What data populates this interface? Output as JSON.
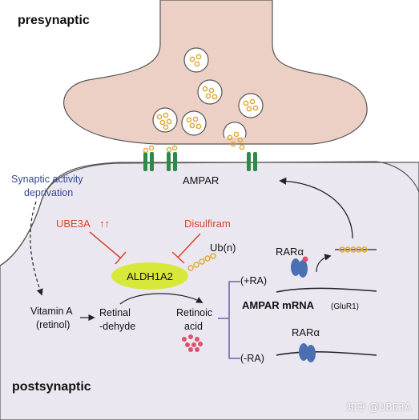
{
  "labels": {
    "presynaptic": "presynaptic",
    "postsynaptic": "postsynaptic",
    "ampar": "AMPAR",
    "synaptic_line1": "Synaptic activity",
    "synaptic_line2": "deprivation",
    "ube3a": "UBE3A",
    "ube3a_arrows": "↑↑",
    "disulfiram": "Disulfiram",
    "ubn": "Ub(n)",
    "aldh1a2": "ALDH1A2",
    "rar_top": "RARα",
    "rar_bottom": "RARα",
    "plus_ra": "(+RA)",
    "minus_ra": "(-RA)",
    "ampar_mrna": "AMPAR mRNA",
    "glur1": "(GluR1)",
    "vitamin_a_line1": "Vitamin A",
    "vitamin_a_line2": "(retinol)",
    "retinal_line1": "Retinal",
    "retinal_line2": "-dehyde",
    "retinoic_line1": "Retinoic",
    "retinoic_line2": "acid"
  },
  "watermark": "知乎 @UBE3A",
  "colors": {
    "presynaptic_fill": "#ecd0c5",
    "postsynaptic_fill": "#ebe7f0",
    "outline": "#555555",
    "inhibitor_red": "#d9432b",
    "synaptic_blue": "#344a8c",
    "aldh_fill": "#d8e83a",
    "vesicle_dot": "#f2c86a",
    "receptor_green": "#2f8a4a",
    "rar_blue": "#4a6fb3",
    "retinoic_dot": "#e0506b",
    "bracket_purple": "#7a5aa8"
  }
}
